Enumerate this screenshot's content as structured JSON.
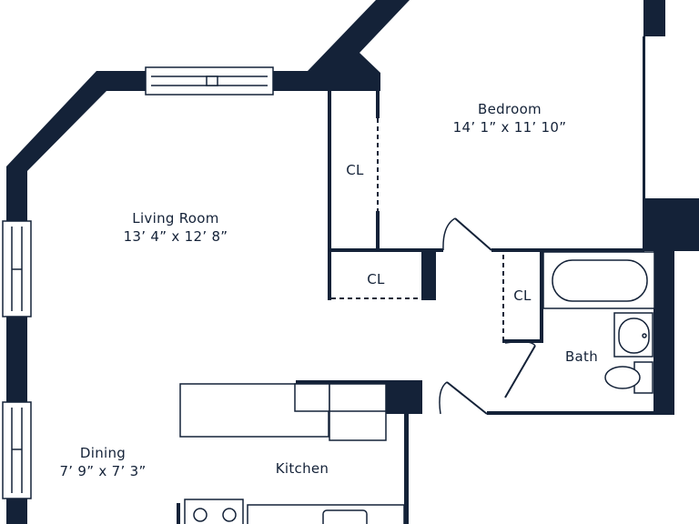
{
  "rooms": {
    "bedroom": {
      "name": "Bedroom",
      "dims": "14’ 1” x 11’ 10”"
    },
    "living": {
      "name": "Living Room",
      "dims": "13’ 4” x 12’ 8”"
    },
    "dining": {
      "name": "Dining",
      "dims": "7’ 9” x 7’ 3”"
    },
    "kitchen": {
      "name": "Kitchen"
    },
    "bath": {
      "name": "Bath"
    },
    "closet_bedroom": {
      "name": "CL"
    },
    "closet_hall": {
      "name": "CL"
    },
    "closet_bath": {
      "name": "CL"
    }
  },
  "colors": {
    "wall": "#142238",
    "background": "#ffffff"
  }
}
